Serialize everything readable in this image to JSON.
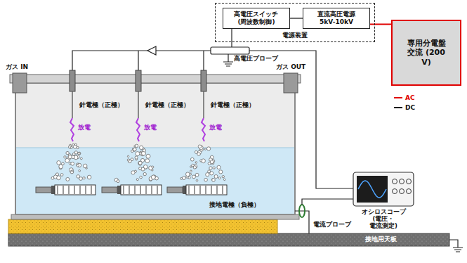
{
  "diagram": {
    "nodes": [
      {
        "text": [
          "電源装置"
        ]
      },
      {
        "text": [
          "高電圧スイッチ (周波数制御)"
        ],
        "in": 0
      },
      {
        "text": [
          "直流高圧電源 5kV-10kV"
        ],
        "in": 0
      },
      {
        "text": [
          "専用分電盤 交流 (200 V)"
        ]
      },
      {
        "text": [
          "オシロスコープ (電圧・電流測定)"
        ]
      }
    ],
    "edges": [
      {
        "from": 1,
        "to": 2,
        "arrow": "none"
      },
      {
        "from": 2,
        "to": 3,
        "arrow": "none"
      }
    ],
    "labels": [
      "高電圧プローブ",
      "ガス IN",
      "ガス OUT",
      "針電極（正極）",
      "針電極（正極）",
      "針電極（正極）",
      "放電",
      "放電",
      "放電",
      "接地電極（負極）",
      "電流プローブ",
      "接地用天板"
    ],
    "legend": [
      {
        "text": "AC"
      },
      {
        "text": "DC"
      }
    ]
  }
}
